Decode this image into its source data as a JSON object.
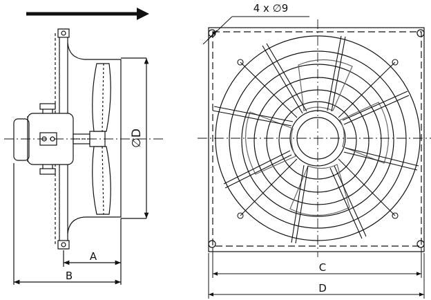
{
  "drawing": {
    "holes_label": "4 x ∅9",
    "diameter_label": "∅D",
    "dim_a": "A",
    "dim_b": "B",
    "dim_c": "C",
    "dim_d": "D"
  },
  "icons": {
    "airflow": "airflow-arrow-icon"
  },
  "colors": {
    "line": "#111111",
    "background": "#ffffff"
  }
}
